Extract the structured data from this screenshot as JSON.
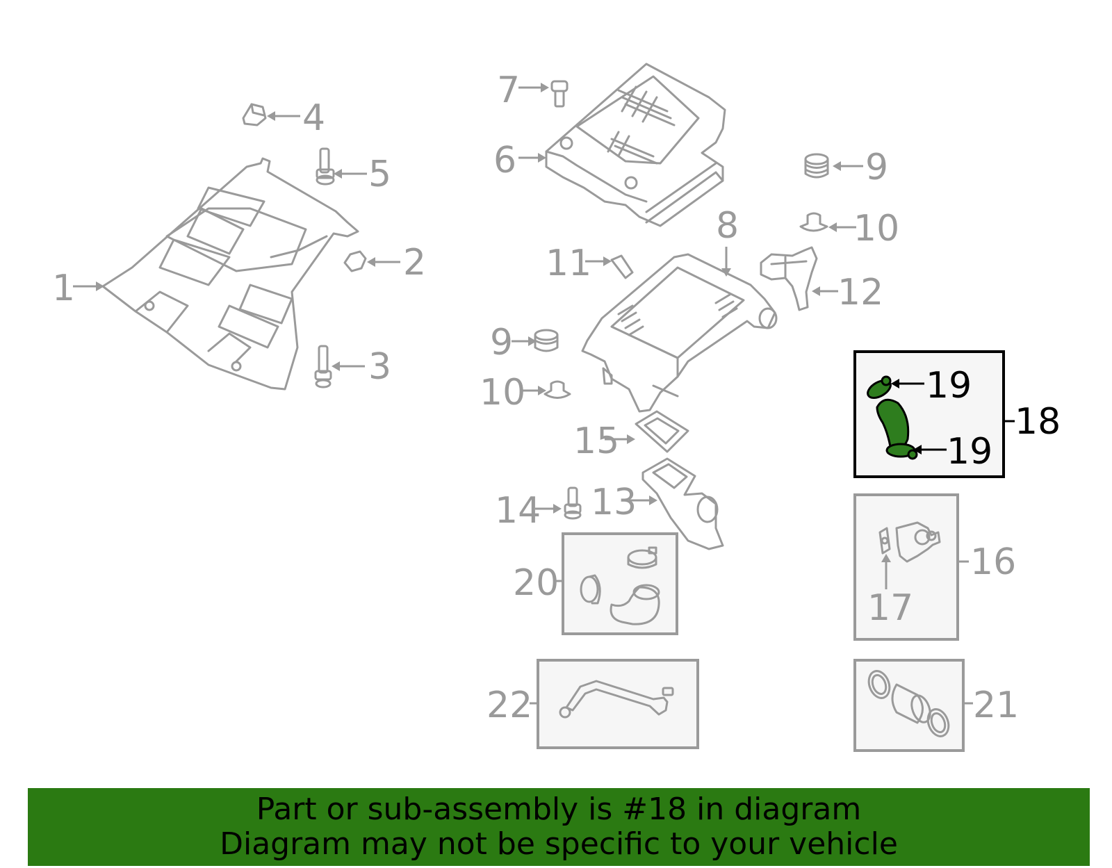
{
  "callouts": {
    "c1": "1",
    "c2": "2",
    "c3": "3",
    "c4": "4",
    "c5": "5",
    "c6": "6",
    "c7": "7",
    "c8": "8",
    "c9a": "9",
    "c9b": "9",
    "c10a": "10",
    "c10b": "10",
    "c11": "11",
    "c12": "12",
    "c13": "13",
    "c14": "14",
    "c15": "15",
    "c16": "16",
    "c17": "17",
    "c18": "18",
    "c19a": "19",
    "c19b": "19",
    "c20": "20",
    "c21": "21",
    "c22": "22"
  },
  "highlight": {
    "part_number": "18",
    "color": "#2b7a12"
  },
  "banner": {
    "line1": "Part or sub-assembly is #18 in diagram",
    "line2": "Diagram may not be specific to your vehicle"
  }
}
